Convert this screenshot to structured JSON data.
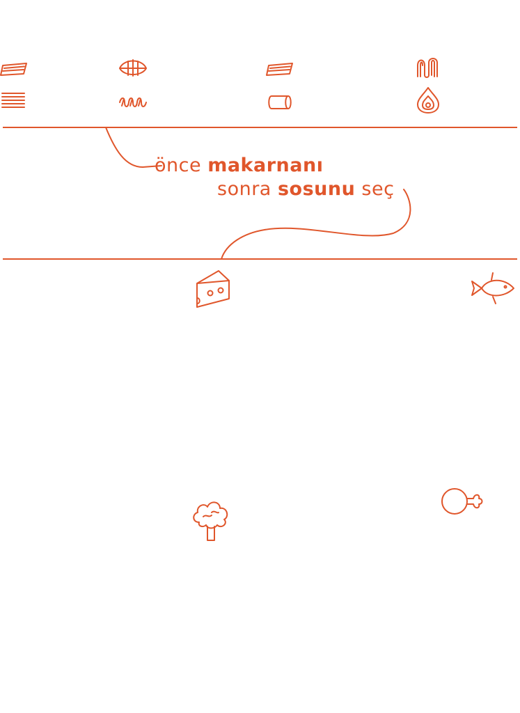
{
  "accent_color": "#e0562b",
  "pasta_icons": [
    "penne-icon",
    "conchiglie-icon",
    "rigatoni-icon",
    "fettuccine-nest-icon",
    "lasagna-icon",
    "fusilli-icon",
    "tube-pasta-icon",
    "stuffed-pasta-icon"
  ],
  "tagline": {
    "line1_prefix": "önce",
    "line1_bold": "makarnanı",
    "line2_prefix": "sonra",
    "line2_bold": "sosunu",
    "line2_suffix": "seç"
  },
  "sauce_icons": [
    "cheese-icon",
    "fish-icon",
    "broccoli-icon",
    "chicken-leg-icon"
  ]
}
